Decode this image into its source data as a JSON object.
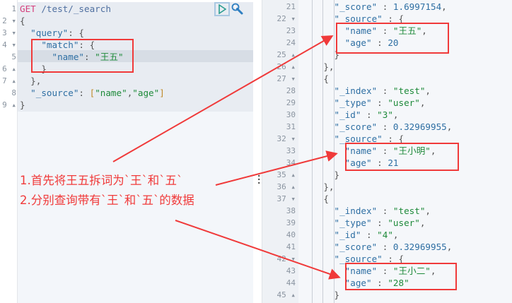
{
  "request_editor": {
    "line_numbers": [
      "1",
      "2 ▾",
      "3 ▾",
      "4 ▾",
      "5",
      "6 ▴",
      "7 ▴",
      "8",
      "9 ▴"
    ],
    "lines": [
      [
        [
          "m",
          "GET "
        ],
        [
          "u",
          "/test/_search"
        ]
      ],
      [
        [
          "p",
          "{"
        ]
      ],
      [
        [
          "p",
          "  "
        ],
        [
          "k",
          "\"query\""
        ],
        [
          "p",
          ": {"
        ]
      ],
      [
        [
          "p",
          "    "
        ],
        [
          "k",
          "\"match\""
        ],
        [
          "p",
          ": {"
        ]
      ],
      [
        [
          "p",
          "      "
        ],
        [
          "k",
          "\"name\""
        ],
        [
          "p",
          ": "
        ],
        [
          "s",
          "\"王五\""
        ]
      ],
      [
        [
          "p",
          "    }"
        ]
      ],
      [
        [
          "p",
          "  },"
        ]
      ],
      [
        [
          "p",
          "  "
        ],
        [
          "k",
          "\"_source\""
        ],
        [
          "p",
          ": "
        ],
        [
          "b",
          "["
        ],
        [
          "s",
          "\"name\""
        ],
        [
          "p",
          ","
        ],
        [
          "s",
          "\"age\""
        ],
        [
          "b",
          "]"
        ]
      ],
      [
        [
          "p",
          "}"
        ]
      ]
    ]
  },
  "toolbar": {
    "run_icon": "play-icon",
    "settings_icon": "wrench-icon"
  },
  "response_viewer": {
    "line_numbers": [
      "21",
      "22 ▾",
      "23",
      "24",
      "25 ▴",
      "26 ▴",
      "27 ▾",
      "28",
      "29",
      "30",
      "31",
      "32 ▾",
      "33",
      "34",
      "35 ▴",
      "36 ▴",
      "37 ▾",
      "38",
      "39",
      "40",
      "41",
      "42 ▾",
      "43",
      "44",
      "45 ▴"
    ],
    "lines": [
      [
        [
          "p",
          "      "
        ],
        [
          "k",
          "\"_score\""
        ],
        [
          "p",
          " : "
        ],
        [
          "n",
          "1.6997154"
        ],
        [
          "p",
          ","
        ]
      ],
      [
        [
          "p",
          "      "
        ],
        [
          "k",
          "\"_source\""
        ],
        [
          "p",
          " : {"
        ]
      ],
      [
        [
          "p",
          "        "
        ],
        [
          "k",
          "\"name\""
        ],
        [
          "p",
          " : "
        ],
        [
          "s",
          "\"王五\""
        ],
        [
          "p",
          ","
        ]
      ],
      [
        [
          "p",
          "        "
        ],
        [
          "k",
          "\"age\""
        ],
        [
          "p",
          " : "
        ],
        [
          "n",
          "20"
        ]
      ],
      [
        [
          "p",
          "      }"
        ]
      ],
      [
        [
          "p",
          "    },"
        ]
      ],
      [
        [
          "p",
          "    {"
        ]
      ],
      [
        [
          "p",
          "      "
        ],
        [
          "k",
          "\"_index\""
        ],
        [
          "p",
          " : "
        ],
        [
          "s",
          "\"test\""
        ],
        [
          "p",
          ","
        ]
      ],
      [
        [
          "p",
          "      "
        ],
        [
          "k",
          "\"_type\""
        ],
        [
          "p",
          " : "
        ],
        [
          "s",
          "\"user\""
        ],
        [
          "p",
          ","
        ]
      ],
      [
        [
          "p",
          "      "
        ],
        [
          "k",
          "\"_id\""
        ],
        [
          "p",
          " : "
        ],
        [
          "s",
          "\"3\""
        ],
        [
          "p",
          ","
        ]
      ],
      [
        [
          "p",
          "      "
        ],
        [
          "k",
          "\"_score\""
        ],
        [
          "p",
          " : "
        ],
        [
          "n",
          "0.32969955"
        ],
        [
          "p",
          ","
        ]
      ],
      [
        [
          "p",
          "      "
        ],
        [
          "k",
          "\"_source\""
        ],
        [
          "p",
          " : {"
        ]
      ],
      [
        [
          "p",
          "        "
        ],
        [
          "k",
          "\"name\""
        ],
        [
          "p",
          " : "
        ],
        [
          "s",
          "\"王小明\""
        ],
        [
          "p",
          ","
        ]
      ],
      [
        [
          "p",
          "        "
        ],
        [
          "k",
          "\"age\""
        ],
        [
          "p",
          " : "
        ],
        [
          "n",
          "21"
        ]
      ],
      [
        [
          "p",
          "      }"
        ]
      ],
      [
        [
          "p",
          "    },"
        ]
      ],
      [
        [
          "p",
          "    {"
        ]
      ],
      [
        [
          "p",
          "      "
        ],
        [
          "k",
          "\"_index\""
        ],
        [
          "p",
          " : "
        ],
        [
          "s",
          "\"test\""
        ],
        [
          "p",
          ","
        ]
      ],
      [
        [
          "p",
          "      "
        ],
        [
          "k",
          "\"_type\""
        ],
        [
          "p",
          " : "
        ],
        [
          "s",
          "\"user\""
        ],
        [
          "p",
          ","
        ]
      ],
      [
        [
          "p",
          "      "
        ],
        [
          "k",
          "\"_id\""
        ],
        [
          "p",
          " : "
        ],
        [
          "s",
          "\"4\""
        ],
        [
          "p",
          ","
        ]
      ],
      [
        [
          "p",
          "      "
        ],
        [
          "k",
          "\"_score\""
        ],
        [
          "p",
          " : "
        ],
        [
          "n",
          "0.32969955"
        ],
        [
          "p",
          ","
        ]
      ],
      [
        [
          "p",
          "      "
        ],
        [
          "k",
          "\"_source\""
        ],
        [
          "p",
          " : {"
        ]
      ],
      [
        [
          "p",
          "        "
        ],
        [
          "k",
          "\"name\""
        ],
        [
          "p",
          " : "
        ],
        [
          "s",
          "\"王小二\""
        ],
        [
          "p",
          ","
        ]
      ],
      [
        [
          "p",
          "        "
        ],
        [
          "k",
          "\"age\""
        ],
        [
          "p",
          " : "
        ],
        [
          "s",
          "\"28\""
        ]
      ],
      [
        [
          "p",
          "      }"
        ]
      ]
    ]
  },
  "annotation": {
    "line1": "1.首先将王五拆词为`王`和`五`",
    "line2": "2.分别查询带有`王`和`五`的数据",
    "color": "#f03a3a"
  }
}
